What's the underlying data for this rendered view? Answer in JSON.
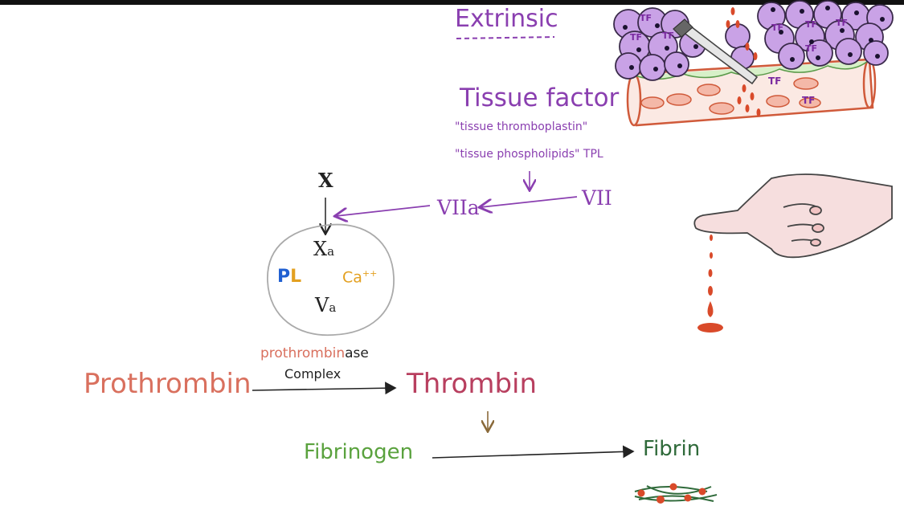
{
  "diagram": {
    "extrinsic_title": "Extrinsic",
    "tissue_factor": "Tissue factor",
    "synonym_1": "\"tissue thromboplastin\"",
    "synonym_2": "\"tissue phospholipids\" TPL",
    "factor_vii": "VII",
    "factor_viia": "VIIa",
    "factor_x": "X",
    "factor_xa": {
      "main": "X",
      "sub": "a"
    },
    "factor_va": {
      "main": "V",
      "sub": "a"
    },
    "pl": {
      "p": "P",
      "l": "L"
    },
    "calcium": {
      "main": "Ca",
      "sup": "++"
    },
    "prothrombinase_colored": "prothrombin",
    "prothrombinase_suffix": "ase",
    "complex_label": "Complex",
    "prothrombin": "Prothrombin",
    "thrombin": "Thrombin",
    "fibrinogen": "Fibrinogen",
    "fibrin": "Fibrin",
    "tf_labels": [
      "TF",
      "TF",
      "TF",
      "TF",
      "TF",
      "TF",
      "TF",
      "TF",
      "TF"
    ],
    "colors": {
      "purple": "#8a3fb0",
      "prothrombin": "#d9705e",
      "thrombin": "#b83f5f",
      "fibrinogen": "#5aa23e",
      "fibrin": "#2f6a3a",
      "blood": "#d94a2a",
      "pl_blue": "#1f5fd1",
      "ca_gold": "#e3a020"
    }
  }
}
